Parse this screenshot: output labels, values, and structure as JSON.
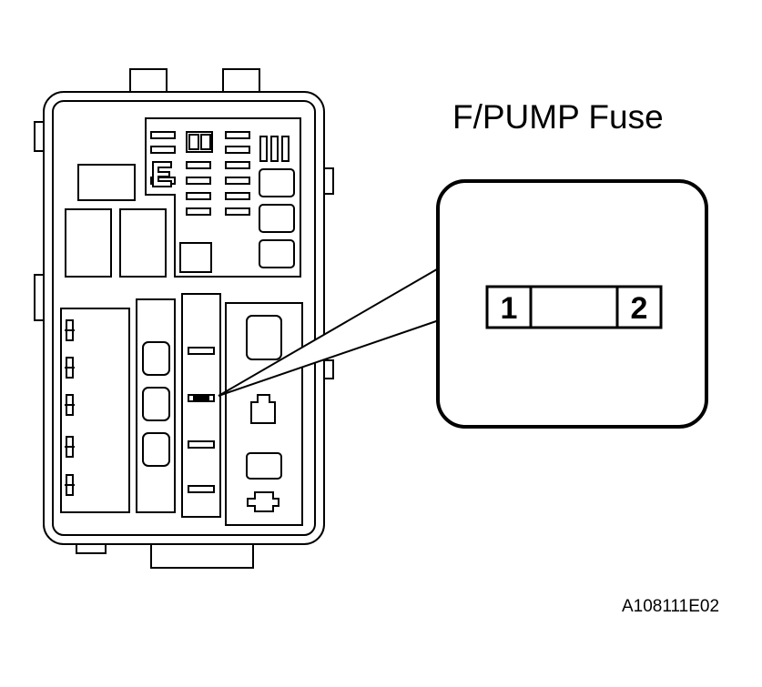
{
  "diagram": {
    "title": "F/PUMP Fuse",
    "figure_code": "A108111E02",
    "terminals": [
      "1",
      "2"
    ]
  }
}
